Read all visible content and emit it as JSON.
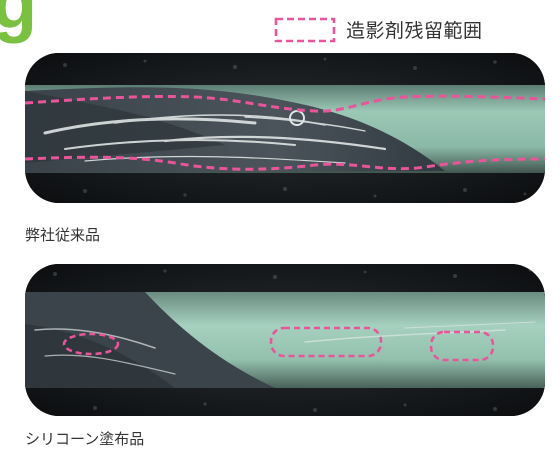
{
  "figure": {
    "letter": "g"
  },
  "legend": {
    "label": "造影剤残留範囲",
    "dash_color": "#e8559a"
  },
  "panels": [
    {
      "caption": "弊社従来品"
    },
    {
      "caption": "シリコーン塗布品"
    }
  ],
  "colors": {
    "accent_green": "#7ac142",
    "wire_teal": "#8ebdaa",
    "residue_dark": "#3a4147",
    "background_dark": "#0b0d0f"
  }
}
